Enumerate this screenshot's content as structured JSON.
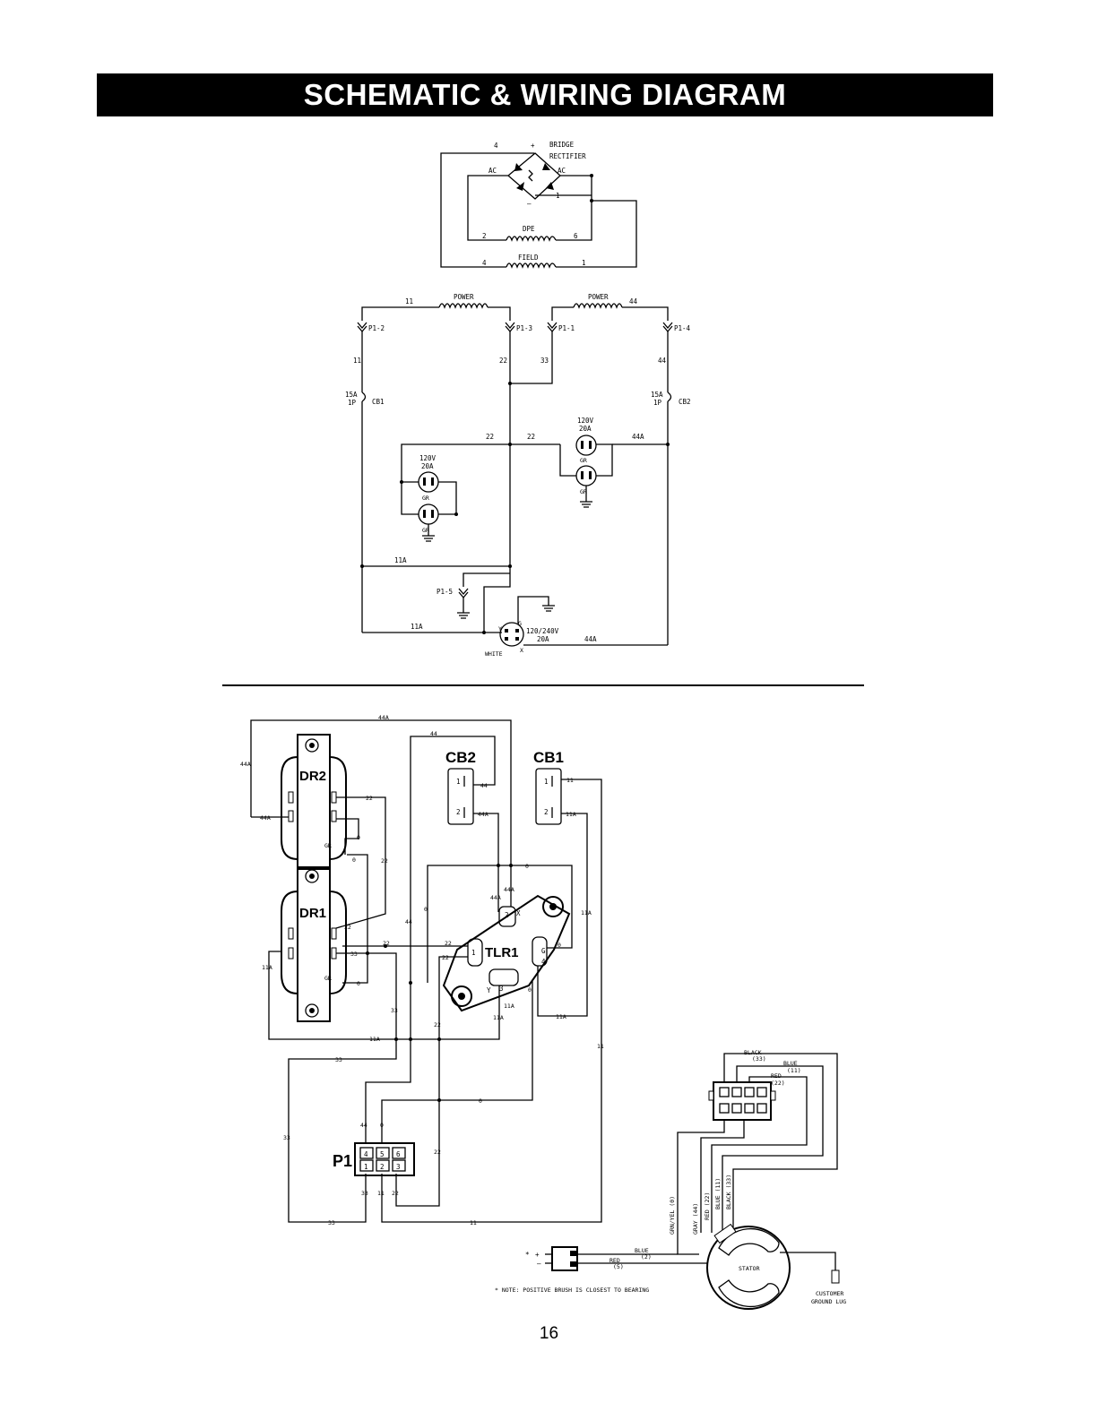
{
  "header": {
    "title": "SCHEMATIC & WIRING DIAGRAM"
  },
  "schematic": {
    "rectifier": {
      "label_line1": "BRIDGE",
      "label_line2": "RECTIFIER",
      "plus": "+",
      "minus": "–",
      "ac_left": "AC",
      "ac_right": "AC",
      "wire_top": "4",
      "wire_1": "1"
    },
    "coils": {
      "dpe": {
        "label": "DPE",
        "left": "2",
        "right": "6",
        "glyph": "000000"
      },
      "field": {
        "label": "FIELD",
        "left": "4",
        "right": "1",
        "glyph": "000000"
      },
      "power_left": {
        "label": "POWER",
        "wire": "11",
        "glyph": "000000"
      },
      "power_right": {
        "label": "POWER",
        "wire": "44",
        "glyph": "000000"
      }
    },
    "connectors": {
      "p1_2": "P1-2",
      "p1_3": "P1-3",
      "p1_1": "P1-1",
      "p1_4": "P1-4",
      "p1_5": "P1-5"
    },
    "wires": {
      "w11": "11",
      "w22": "22",
      "w33": "33",
      "w44": "44",
      "w11a": "11A",
      "w44a": "44A"
    },
    "breakers": {
      "cb1": {
        "rating": "15A",
        "pole": "1P",
        "name": "CB1"
      },
      "cb2": {
        "rating": "15A",
        "pole": "1P",
        "name": "CB2"
      }
    },
    "receptacles": {
      "left": {
        "volts": "120V",
        "amps": "20A",
        "gr": "GR"
      },
      "right": {
        "volts": "120V",
        "amps": "20A",
        "gr": "GR"
      },
      "twist": {
        "volts": "120/240V",
        "amps": "20A",
        "white": "WHITE",
        "x": "X",
        "y": "Y",
        "g": "G"
      }
    }
  },
  "wiring": {
    "dr2": "DR2",
    "dr1": "DR1",
    "cb2": "CB2",
    "cb1": "CB1",
    "tlr1": "TLR1",
    "p1": "P1",
    "p1_pins_top": [
      "4",
      "5",
      "6"
    ],
    "p1_pins_bottom": [
      "1",
      "2",
      "3"
    ],
    "cb_terminals": [
      "1",
      "2"
    ],
    "w11": "11",
    "w11a": "11A",
    "w22": "22",
    "w33": "33",
    "w44": "44",
    "w44a": "44A",
    "w0": "0",
    "gr": "GR",
    "stator_connector": {
      "black": "BLACK",
      "black_n": "(33)",
      "blue": "BLUE",
      "blue_n": "(11)",
      "red": "RED",
      "red_n": "(22)"
    },
    "stator_leads": [
      "GRN/YEL (0)",
      "GRAY (44)",
      "RED (22)",
      "BLUE (11)",
      "BLACK (33)"
    ],
    "brush": {
      "pos": "+",
      "neg": "–",
      "star": "*",
      "blue": "BLUE",
      "blue_n": "(2)",
      "red": "RED",
      "red_n": "(5)"
    },
    "stator": "STATOR",
    "ground_lug_1": "CUSTOMER",
    "ground_lug_2": "GROUND LUG",
    "note": "* NOTE: POSITIVE BRUSH IS CLOSEST TO BEARING"
  },
  "footer": {
    "page": "16"
  }
}
